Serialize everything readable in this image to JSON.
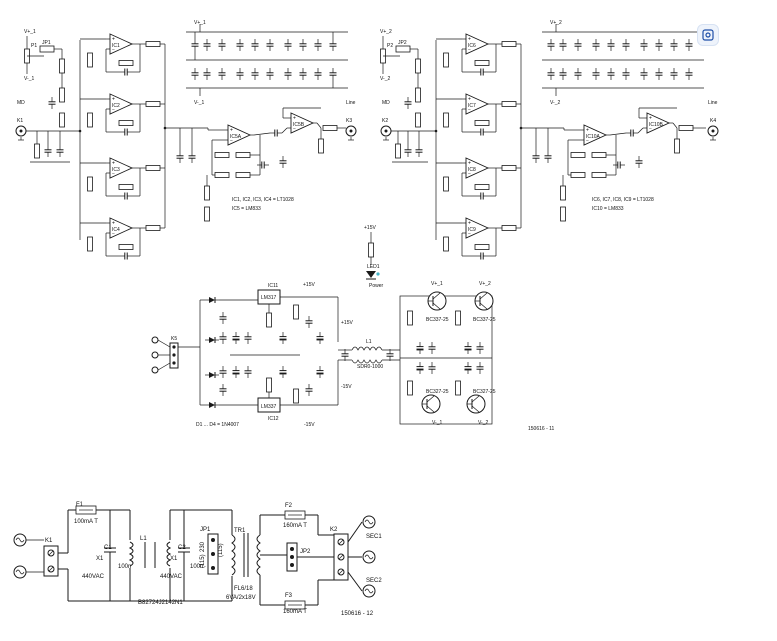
{
  "left": {
    "supply_pos": "V+_1",
    "supply_neg": "V-_1",
    "jumper": "JP1",
    "pot": "P1",
    "ic_a": "IC1",
    "ic_b": "IC2",
    "ic_c": "IC3",
    "ic_d": "IC4",
    "ic5a": "IC5A",
    "ic5b": "IC5B",
    "md": "MD",
    "input": "K1",
    "output": "K3",
    "line": "Line",
    "note1": "IC1, IC2, IC3, IC4 = LT1028",
    "note2": "IC5 = LM833"
  },
  "right": {
    "supply_pos": "V+_2",
    "supply_neg": "V-_2",
    "jumper": "JP2",
    "pot": "P2",
    "ic_a": "IC6",
    "ic_b": "IC7",
    "ic_c": "IC8",
    "ic_d": "IC9",
    "ic10a": "IC10A",
    "ic10b": "IC10B",
    "md": "MD",
    "input": "K2",
    "output": "K4",
    "line": "Line",
    "note1": "IC6, IC7, IC8, IC9 = LT1028",
    "note2": "IC10 = LM833"
  },
  "psu": {
    "reg_pos": "LM317",
    "reg_pos_name": "IC11",
    "reg_neg": "LM337",
    "reg_neg_name": "IC12",
    "diodes_note": "D1 ... D4 = 1N4007",
    "conn": "K5",
    "pos15": "+15V",
    "neg15": "-15V",
    "rail_p": "+15V",
    "rail_n": "-15V",
    "led": "LED1",
    "led_label": "Power",
    "coil": "L1",
    "coil_part": "SDR0-1000",
    "t1": "BC337-25",
    "t2": "BC327-25",
    "t3": "BC337-25",
    "t4": "BC327-25",
    "v1p": "V+_1",
    "v2p": "V+_2",
    "v1n": "V-_1",
    "v2n": "V-_2",
    "fig_id": "150616 - 11"
  },
  "mains": {
    "k1": "K1",
    "f1": "F1",
    "f1_val": "100mA T",
    "x1a": "X1",
    "c1": "C1",
    "c1_val": "100n",
    "c1_v": "440VAC",
    "l1": "L1",
    "l1_part": "B82724J2142N1",
    "x1b": "X1",
    "c2": "C2",
    "c2_val": "100n",
    "c2_v": "440VAC",
    "jp1": "JP1",
    "v230": "230",
    "v115a": "(115)",
    "v115b": "(115)",
    "tr1": "TR1",
    "tr1_part": "FL6/18",
    "tr1_rating": "6VA/2x18V",
    "f2": "F2",
    "f2_val": "160mA T",
    "f3": "F3",
    "f3_val": "160mA T",
    "jp2": "JP2",
    "k2": "K2",
    "sec1": "SEC1",
    "sec2": "SEC2",
    "fig_id": "150616 - 12"
  }
}
